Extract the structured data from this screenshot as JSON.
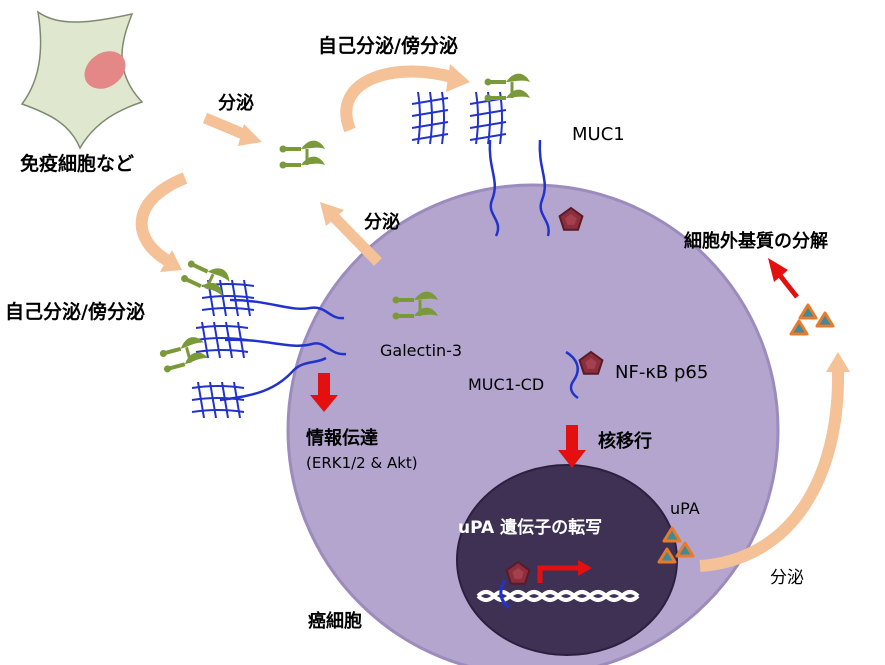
{
  "labels": {
    "autocrine_top": "自己分泌/傍分泌",
    "secretion_immune": "分泌",
    "immune_cells": "免疫細胞など",
    "muc1": "MUC1",
    "secretion_cell": "分泌",
    "ecm_degradation": "細胞外基質の分解",
    "autocrine_left": "自己分泌/傍分泌",
    "galectin3": "Galectin-3",
    "muc1_cd": "MUC1-CD",
    "nfkb": "NF-κB p65",
    "signaling": "情報伝達",
    "signaling_detail": "(ERK1/2 & Akt)",
    "nuclear_translocation": "核移行",
    "upa": "uPA",
    "upa_transcription": "uPA 遺伝子の転写",
    "secretion_upa": "分泌",
    "cancer_cell": "癌細胞"
  },
  "colors": {
    "cancer_cell": "#b3a5ce",
    "nucleus": "#3e3154",
    "galectin": "#7a9a3a",
    "muc1": "#2233cc",
    "nfkb": "#8b2e3e",
    "arrow_red": "#e41010",
    "arrow_peach": "#f5c197",
    "upa_triangle": "#e87a2a",
    "immune_cell": "#dfe8cf",
    "immune_nucleus": "#e38787"
  }
}
